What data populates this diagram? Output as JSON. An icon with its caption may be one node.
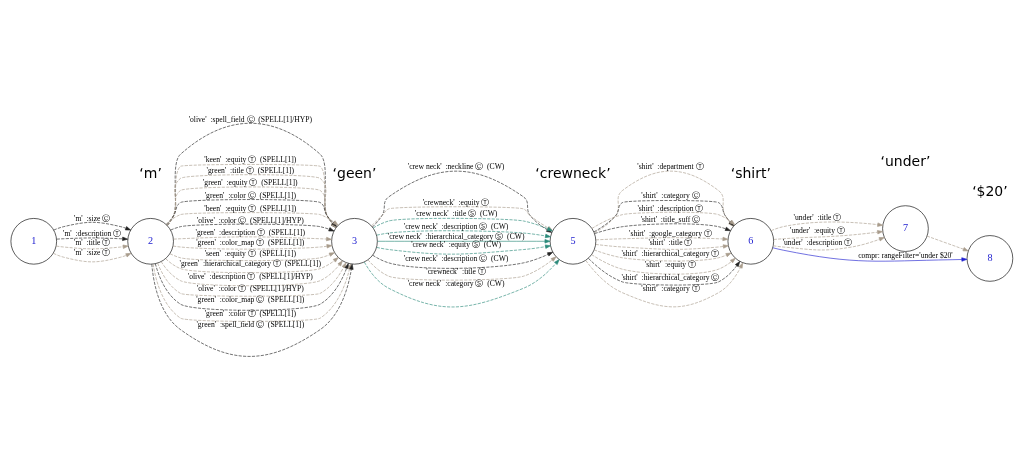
{
  "diagram": {
    "nodes": [
      {
        "text": [
          "1"
        ]
      },
      {
        "text": [
          "2"
        ]
      },
      {
        "text": [
          "3"
        ]
      },
      {
        "text": [
          "5"
        ]
      },
      {
        "text": [
          "6"
        ]
      },
      {
        "text": [
          "7"
        ]
      },
      {
        "text": [
          "8"
        ]
      }
    ],
    "edges": [
      {
        "from": 0,
        "to": 1,
        "arrow": "to",
        "label": "'m'  :size Ⓒ",
        "style": "dashed",
        "color": "#222222"
      },
      {
        "from": 0,
        "to": 1,
        "arrow": "to",
        "label": "'m'  :description Ⓣ",
        "style": "dashed",
        "color": "#222222"
      },
      {
        "from": 0,
        "to": 1,
        "arrow": "to",
        "label": "'m'  :title Ⓣ",
        "style": "dashed"
      },
      {
        "from": 0,
        "to": 1,
        "arrow": "to",
        "label": "'m'  :size Ⓣ",
        "style": "dashed"
      },
      {
        "from": 1,
        "to": 2,
        "arrow": "to",
        "label": "'olive'  :spell_field Ⓒ  (SPELL[1]/HYP)",
        "style": "dashed",
        "color": "#222222"
      },
      {
        "from": 1,
        "to": 2,
        "arrow": "to",
        "label": "'keen'  :equity Ⓣ  (SPELL[1])",
        "style": "dashed"
      },
      {
        "from": 1,
        "to": 2,
        "arrow": "to",
        "label": "'green'  :title Ⓣ  (SPELL[1])",
        "style": "dashed"
      },
      {
        "from": 1,
        "to": 2,
        "arrow": "to",
        "label": "'green'  :equity Ⓣ  (SPELL[1])",
        "style": "dashed"
      },
      {
        "from": 1,
        "to": 2,
        "arrow": "to",
        "label": "'green'  :color Ⓒ  (SPELL[1])",
        "style": "dashed",
        "color": "#222222"
      },
      {
        "from": 1,
        "to": 2,
        "arrow": "to",
        "label": "'been'  :equity Ⓣ  (SPELL[1])",
        "style": "dashed"
      },
      {
        "from": 1,
        "to": 2,
        "arrow": "to",
        "label": "'olive'  :color Ⓒ  (SPELL[1]/HYP)",
        "style": "dashed",
        "color": "#222222"
      },
      {
        "from": 1,
        "to": 2,
        "arrow": "to",
        "label": "'green'  :description Ⓣ  (SPELL[1])",
        "style": "dashed"
      },
      {
        "from": 1,
        "to": 2,
        "arrow": "to",
        "label": "'green'  :color_map Ⓣ  (SPELL[1])",
        "style": "dashed"
      },
      {
        "from": 1,
        "to": 2,
        "arrow": "to",
        "label": "'seen'  :equity Ⓣ  (SPELL[1])",
        "style": "dashed"
      },
      {
        "from": 1,
        "to": 2,
        "arrow": "to",
        "label": "'green'  :hierarchical_category Ⓣ  (SPELL[1])",
        "style": "dashed"
      },
      {
        "from": 1,
        "to": 2,
        "arrow": "to",
        "label": "'olive'  :description Ⓣ  (SPELL[1]/HYP)",
        "style": "dashed"
      },
      {
        "from": 1,
        "to": 2,
        "arrow": "to",
        "label": "'olive'  :color Ⓣ  (SPELL[1]/HYP)",
        "style": "dashed"
      },
      {
        "from": 1,
        "to": 2,
        "arrow": "to",
        "label": "'green'  :color_map Ⓒ  (SPELL[1])",
        "style": "dashed",
        "color": "#222222"
      },
      {
        "from": 1,
        "to": 2,
        "arrow": "to",
        "label": "'green'  :color Ⓣ  (SPELL[1])",
        "style": "dashed"
      },
      {
        "from": 1,
        "to": 2,
        "arrow": "to",
        "label": "'green'  :spell_field Ⓒ  (SPELL[1])",
        "style": "dashed",
        "color": "#222222"
      },
      {
        "from": 2,
        "to": 3,
        "arrow": "to",
        "label": "'crew neck'  :neckline Ⓒ  (CW)",
        "style": "dashed",
        "color": "#222222"
      },
      {
        "from": 2,
        "to": 3,
        "arrow": "to",
        "label": "'crewneck'  :equity Ⓣ",
        "style": "dashed"
      },
      {
        "from": 2,
        "to": 3,
        "arrow": "to",
        "label": "'crew neck'  :title Ⓢ  (CW)",
        "style": "dashed",
        "color": "#2a8a7a"
      },
      {
        "from": 2,
        "to": 3,
        "arrow": "to",
        "label": "'crew neck'  :description Ⓢ  (CW)",
        "style": "dashed",
        "color": "#2a8a7a"
      },
      {
        "from": 2,
        "to": 3,
        "arrow": "to",
        "label": "'crew neck'  :hierarchical_category Ⓢ  (CW)",
        "color": "#2a8a7a"
      },
      {
        "from": 2,
        "to": 3,
        "arrow": "to",
        "label": "'crew neck'  :equity Ⓢ  (CW)",
        "style": "dashed",
        "color": "#2a8a7a"
      },
      {
        "from": 2,
        "to": 3,
        "arrow": "to",
        "label": "'crew neck'  :description Ⓒ  (CW)",
        "style": "dashed",
        "color": "#222222"
      },
      {
        "from": 2,
        "to": 3,
        "arrow": "to",
        "label": "'crewneck'  :title Ⓣ",
        "style": "dashed"
      },
      {
        "from": 2,
        "to": 3,
        "arrow": "to",
        "label": "'crew neck'  :category Ⓢ  (CW)",
        "style": "dashed",
        "color": "#2a8a7a"
      },
      {
        "from": 3,
        "to": 4,
        "arrow": "to",
        "label": "'shirt'  :department Ⓣ",
        "style": "dashed"
      },
      {
        "from": 3,
        "to": 4,
        "arrow": "to",
        "label": "'shirt'  :category Ⓒ",
        "style": "dashed",
        "color": "#222222"
      },
      {
        "from": 3,
        "to": 4,
        "arrow": "to",
        "label": "'shirt'  :description Ⓣ",
        "style": "dashed"
      },
      {
        "from": 3,
        "to": 4,
        "arrow": "to",
        "label": "'shirt'  :title_suff Ⓒ",
        "style": "dashed",
        "color": "#222222"
      },
      {
        "from": 3,
        "to": 4,
        "arrow": "to",
        "label": "'shirt'  :google_category Ⓣ",
        "style": "dashed"
      },
      {
        "from": 3,
        "to": 4,
        "arrow": "to",
        "label": "'shirt'  :title Ⓣ",
        "style": "dashed"
      },
      {
        "from": 3,
        "to": 4,
        "arrow": "to",
        "label": "'shirt'  :hierarchical_category Ⓣ",
        "style": "dashed"
      },
      {
        "from": 3,
        "to": 4,
        "arrow": "to",
        "label": "'shirt'  :equity Ⓣ",
        "style": "dashed"
      },
      {
        "from": 3,
        "to": 4,
        "arrow": "to",
        "label": "'shirt'  :hierarchical_category Ⓒ",
        "style": "dashed",
        "color": "#222222"
      },
      {
        "from": 3,
        "to": 4,
        "arrow": "to",
        "label": "'shirt'  :category Ⓣ",
        "style": "dashed"
      },
      {
        "from": 4,
        "to": 5,
        "arrow": "to",
        "label": "'under'  :title Ⓣ",
        "style": "dashed"
      },
      {
        "from": 4,
        "to": 5,
        "arrow": "to",
        "label": "'under'  :equity Ⓣ",
        "style": "dashed"
      },
      {
        "from": 4,
        "to": 5,
        "arrow": "to",
        "label": "'under'  :description Ⓣ",
        "style": "dashed"
      },
      {
        "from": 4,
        "to": 6,
        "arrow": "to",
        "label": "compr: rangeFilter='under $20'",
        "color": "#2020d0"
      },
      {
        "from": 5,
        "to": 6,
        "arrow": "to",
        "style": "dashed"
      }
    ],
    "labels": [
      "‘m’",
      "‘geen’",
      "‘crewneck’",
      "‘shirt’",
      "‘under’",
      "‘$20’"
    ]
  }
}
